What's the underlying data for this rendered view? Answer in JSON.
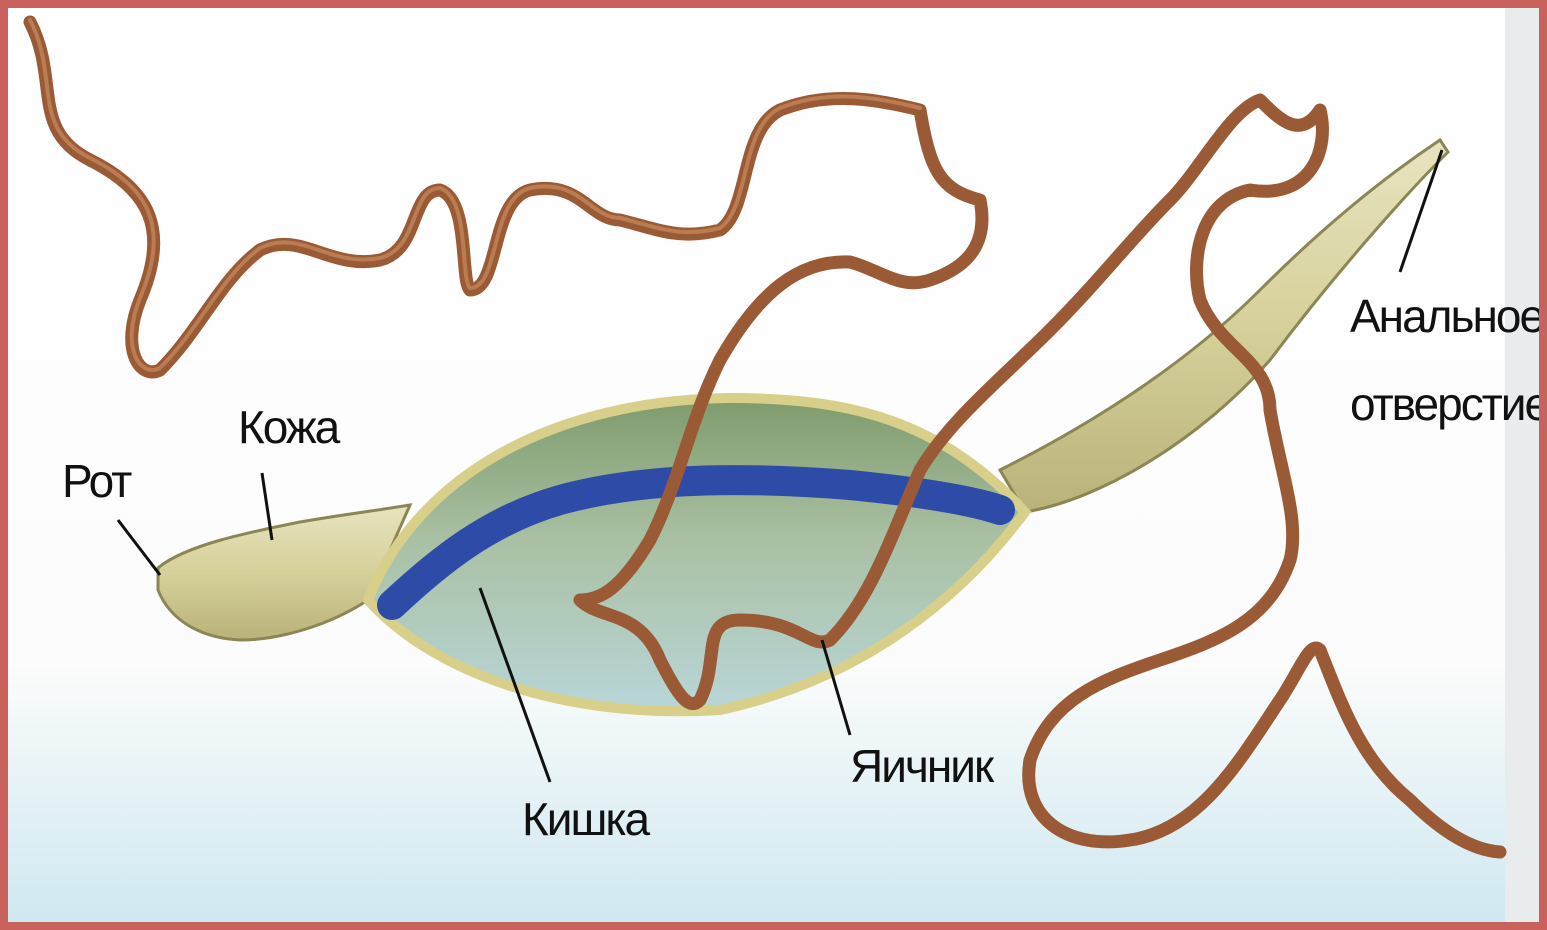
{
  "labels": {
    "mouth": "Рот",
    "skin": "Кожа",
    "intestine": "Кишка",
    "ovary": "Яичник",
    "anus_line1": "Анальное",
    "anus_line2": "отверстие"
  },
  "colors": {
    "frame": "#c9625c",
    "body": "#d9d4a6",
    "cavity": "#9fb89a",
    "intestine": "#2f4ba8",
    "ovary": "#9a5a35"
  }
}
